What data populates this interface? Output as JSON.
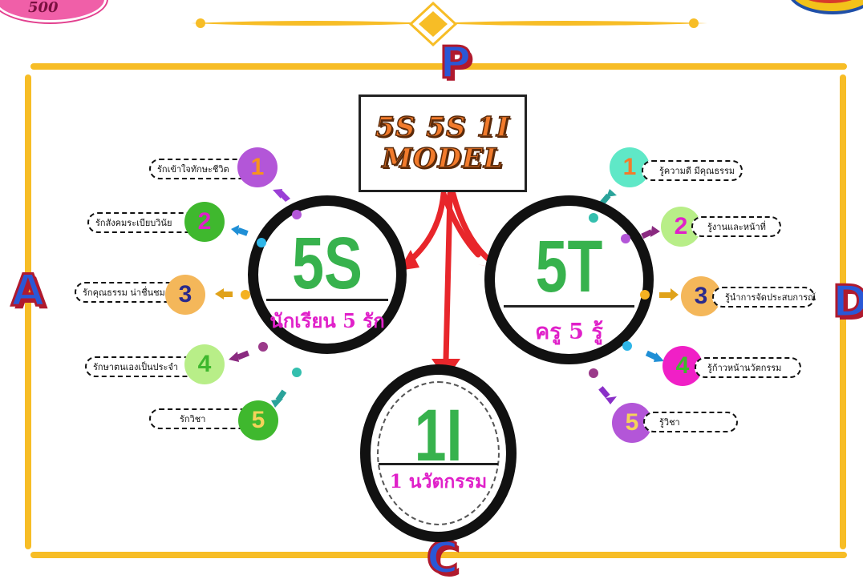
{
  "letters": {
    "top": "P",
    "left": "A",
    "bottom": "C",
    "right": "D"
  },
  "title": {
    "line1": "5S 5S 1I",
    "line2": "MODEL"
  },
  "circles": {
    "left": {
      "main": "5S",
      "sub": "นักเรียน 5 รัก"
    },
    "right": {
      "main": "5T",
      "sub": "ครู 5 รู้"
    },
    "bottom": {
      "main": "1I",
      "sub": "1 นวัตกรรม"
    }
  },
  "left_items": [
    {
      "num": "1",
      "label": "รักเข้าใจทักษะชีวิต"
    },
    {
      "num": "2",
      "label": "รักสังคมระเบียบวินัย"
    },
    {
      "num": "3",
      "label": "รักคุณธรรม น่าชื่นชม"
    },
    {
      "num": "4",
      "label": "รักษาตนเองเป็นประจำ"
    },
    {
      "num": "5",
      "label": "รักวิชา"
    }
  ],
  "right_items": [
    {
      "num": "1",
      "label": "รู้ความดี มีคุณธรรม"
    },
    {
      "num": "2",
      "label": "รู้งานและหน้าที่"
    },
    {
      "num": "3",
      "label": "รู้นำการจัดประสบการณ์"
    },
    {
      "num": "4",
      "label": "รู้ก้าวหน้านวัตกรรม"
    },
    {
      "num": "5",
      "label": "รู้วิชา"
    }
  ],
  "logo_left_text": "500",
  "colors": {
    "frame": "#f7bd26",
    "green": "#37b24d",
    "magenta": "#e020c9",
    "red": "#e8262b"
  }
}
